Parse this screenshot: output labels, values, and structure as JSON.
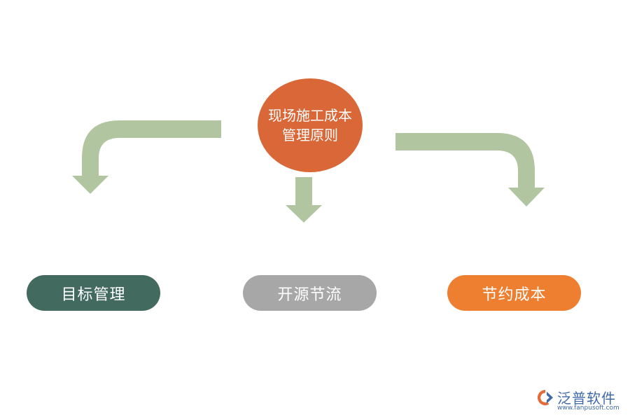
{
  "diagram": {
    "center_label": "现场施工成本管理原则",
    "nodes": [
      {
        "id": "left",
        "label": "目标管理"
      },
      {
        "id": "mid",
        "label": "开源节流"
      },
      {
        "id": "right",
        "label": "节约成本"
      }
    ]
  },
  "colors": {
    "center": "#d96737",
    "arrow": "#b1c5a1",
    "left": "#436a5f",
    "mid": "#a7a7a7",
    "right": "#ee7f31",
    "logo": "#3f6aa8"
  },
  "logo": {
    "name": "泛普软件",
    "url": "www.fanpusoft.com",
    "icon": "fanpu-logo-icon"
  }
}
